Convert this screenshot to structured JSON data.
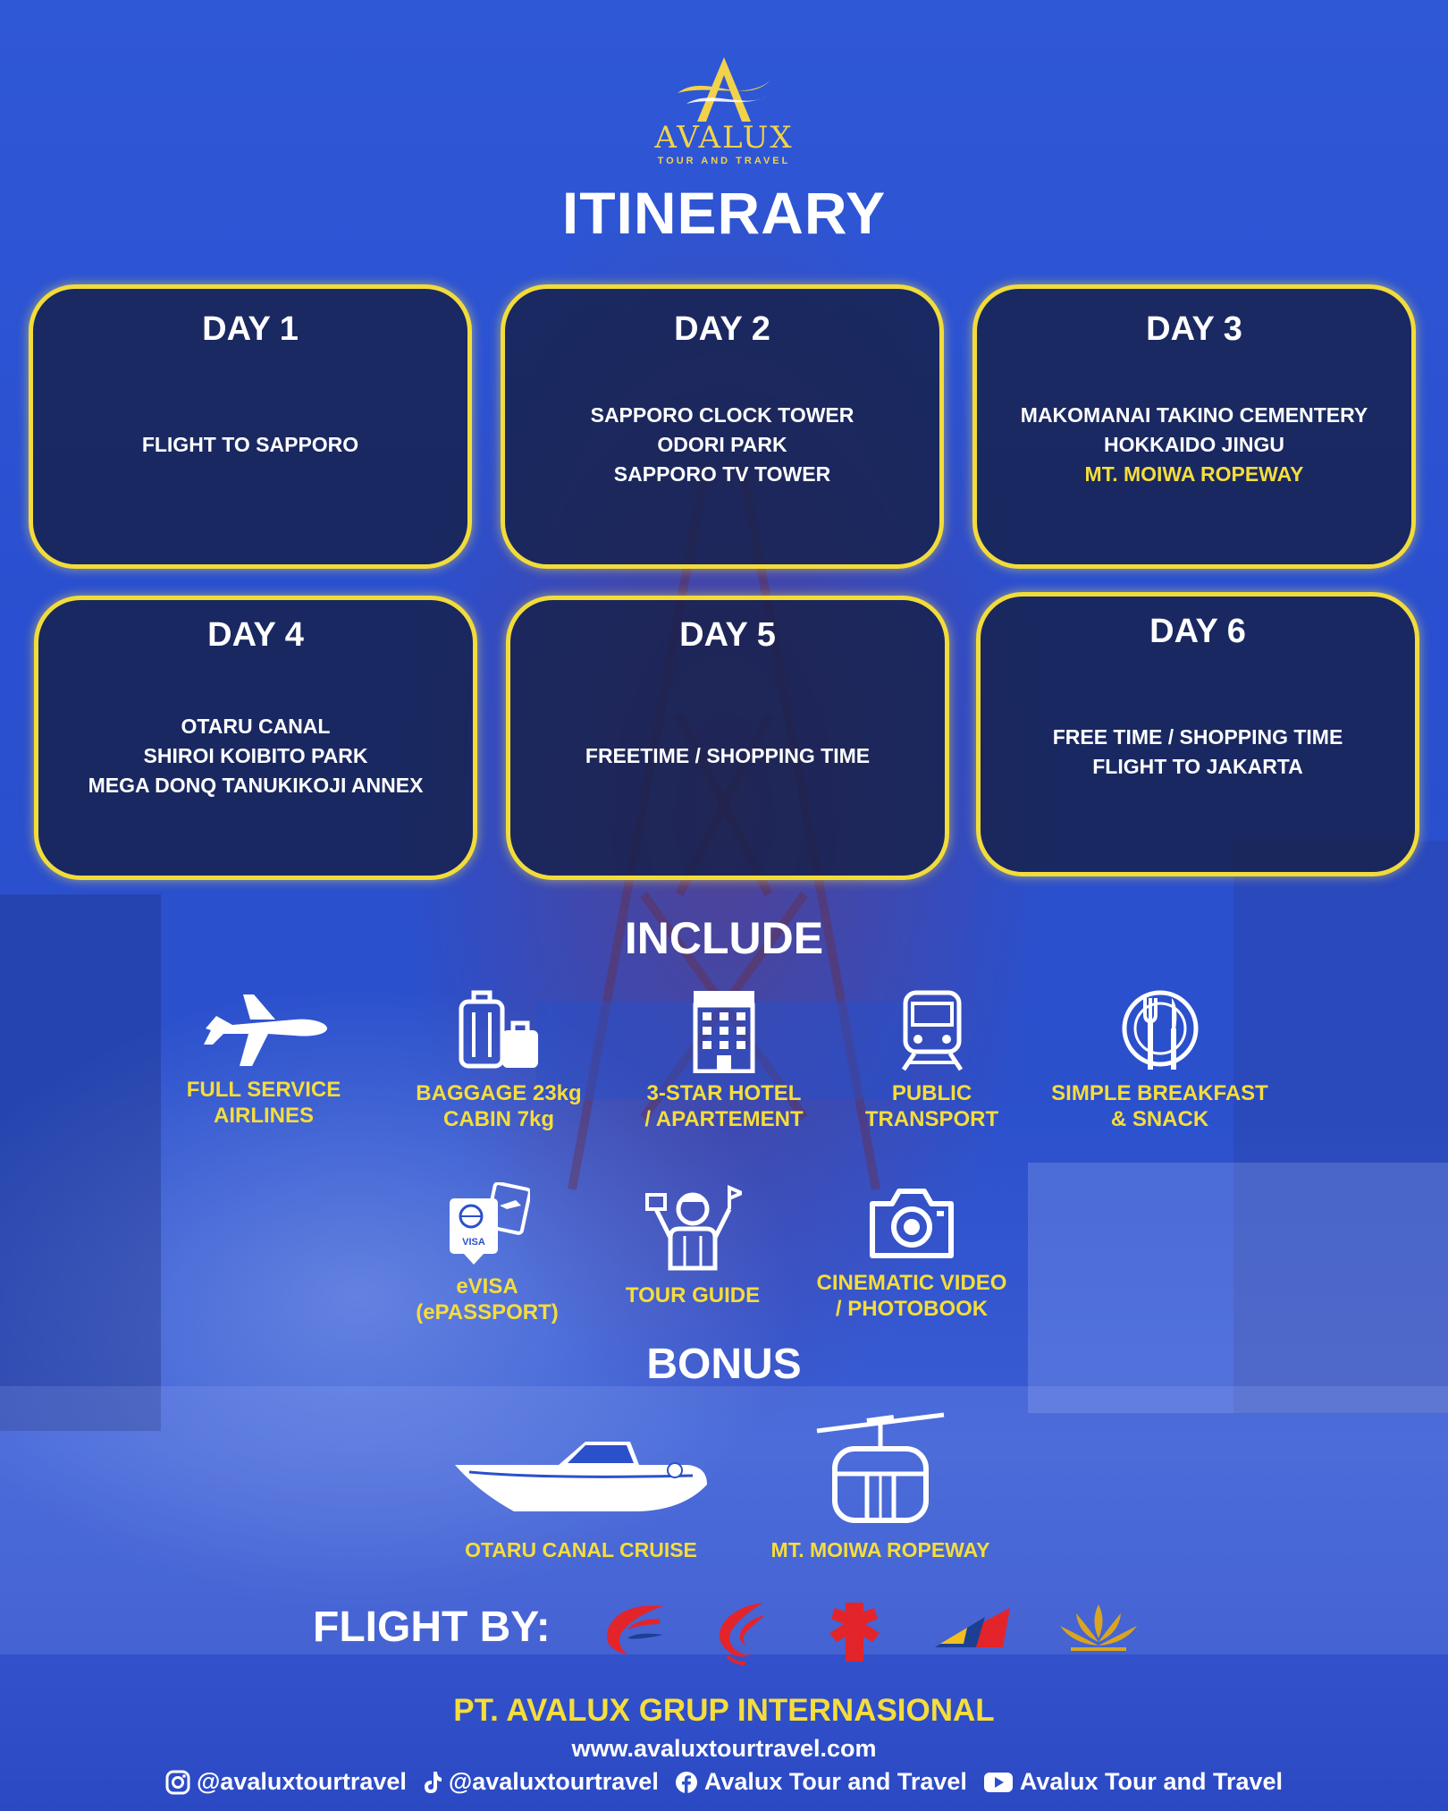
{
  "brand": {
    "name": "AVALUX",
    "subtitle": "TOUR AND TRAVEL",
    "gold": "#f2d24a",
    "accent_yellow": "#f5dd3c",
    "card_bg": "#161f48"
  },
  "title": "ITINERARY",
  "days": [
    {
      "title": "DAY 1",
      "lines": [
        "FLIGHT TO SAPPORO"
      ]
    },
    {
      "title": "DAY 2",
      "lines": [
        "SAPPORO CLOCK TOWER",
        "ODORI PARK",
        "SAPPORO TV TOWER"
      ]
    },
    {
      "title": "DAY 3",
      "lines": [
        "MAKOMANAI TAKINO CEMENTERY",
        "HOKKAIDO JINGU",
        "MT. MOIWA ROPEWAY"
      ],
      "highlight": "MT. MOIWA ROPEWAY"
    },
    {
      "title": "DAY 4",
      "lines": [
        "OTARU CANAL",
        "SHIROI KOIBITO PARK",
        "MEGA DONQ TANUKIKOJI ANNEX"
      ]
    },
    {
      "title": "DAY 5",
      "lines": [
        "FREETIME / SHOPPING TIME"
      ]
    },
    {
      "title": "DAY 6",
      "lines": [
        "FREE TIME / SHOPPING TIME",
        "FLIGHT TO JAKARTA"
      ]
    }
  ],
  "include": {
    "title": "INCLUDE",
    "items": [
      {
        "icon": "airplane-icon",
        "lines": [
          "FULL SERVICE",
          "AIRLINES"
        ]
      },
      {
        "icon": "luggage-icon",
        "lines": [
          "BAGGAGE 23kg",
          "CABIN 7kg"
        ]
      },
      {
        "icon": "hotel-icon",
        "lines": [
          "3-STAR HOTEL",
          "/ APARTEMENT"
        ]
      },
      {
        "icon": "train-icon",
        "lines": [
          "PUBLIC",
          "TRANSPORT"
        ]
      },
      {
        "icon": "plate-cutlery-icon",
        "lines": [
          "SIMPLE BREAKFAST",
          "& SNACK"
        ]
      },
      {
        "icon": "visa-passport-icon",
        "lines": [
          "eVISA",
          "(ePASSPORT)"
        ]
      },
      {
        "icon": "tour-guide-icon",
        "lines": [
          "TOUR GUIDE"
        ]
      },
      {
        "icon": "camera-icon",
        "lines": [
          "CINEMATIC VIDEO",
          "/ PHOTOBOOK"
        ]
      }
    ]
  },
  "bonus": {
    "title": "BONUS",
    "items": [
      {
        "icon": "boat-icon",
        "label": "OTARU CANAL CRUISE"
      },
      {
        "icon": "cable-car-icon",
        "label": "MT. MOIWA ROPEWAY"
      }
    ]
  },
  "flight": {
    "label": "FLIGHT BY:",
    "airlines": [
      {
        "icon": "airline-logo-1-icon",
        "color": "#e3242b"
      },
      {
        "icon": "airline-logo-2-icon",
        "color": "#e3242b"
      },
      {
        "icon": "airline-logo-3-icon",
        "color": "#e3242b"
      },
      {
        "icon": "airline-logo-4-icon",
        "color": "#e3242b"
      },
      {
        "icon": "airline-logo-5-icon",
        "color": "#d9a521"
      }
    ]
  },
  "footer": {
    "company": "PT. AVALUX GRUP INTERNASIONAL",
    "website": "www.avaluxtourtravel.com",
    "socials": [
      {
        "icon": "instagram-icon",
        "text": "@avaluxtourtravel"
      },
      {
        "icon": "tiktok-icon",
        "text": "@avaluxtourtravel"
      },
      {
        "icon": "facebook-icon",
        "text": "Avalux Tour and Travel"
      },
      {
        "icon": "youtube-icon",
        "text": "Avalux Tour and Travel"
      }
    ]
  }
}
